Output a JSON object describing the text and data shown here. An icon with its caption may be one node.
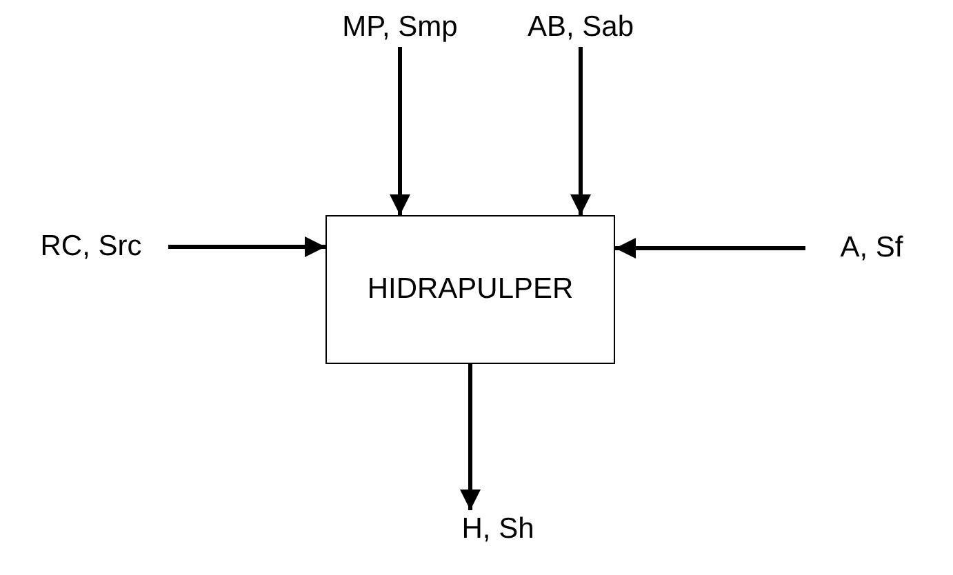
{
  "diagram": {
    "nodes": [
      {
        "text": [
          "HIDRAPULPER"
        ]
      },
      {
        "text": [
          "MP, Smp"
        ]
      },
      {
        "text": [
          "AB, Sab"
        ]
      },
      {
        "text": [
          "RC, Src"
        ]
      },
      {
        "text": [
          "A, Sf"
        ]
      },
      {
        "text": [
          "H, Sh"
        ]
      }
    ],
    "edges": [
      {
        "from": 1,
        "to": 0,
        "arrow": "to"
      },
      {
        "from": 2,
        "to": 0,
        "arrow": "to"
      },
      {
        "from": 3,
        "to": 0,
        "arrow": "to"
      },
      {
        "from": 4,
        "to": 0,
        "arrow": "to"
      },
      {
        "from": 0,
        "to": 5,
        "arrow": "to"
      }
    ]
  }
}
